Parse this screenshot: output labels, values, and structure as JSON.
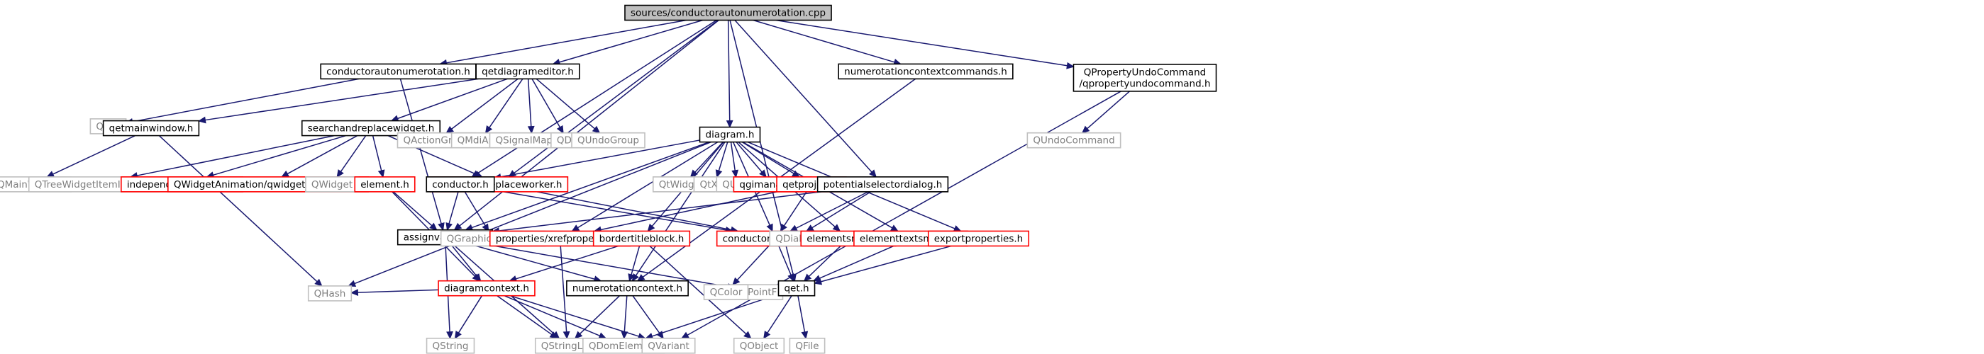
{
  "diagram": {
    "type": "include-dependency-graph",
    "colors": {
      "edge": "#191970",
      "root_fill": "#bfbfbf",
      "normal_border": "#000000",
      "truncated_border": "#ff0000",
      "external_border": "#bfbfbf",
      "external_text": "#7f7f7f",
      "text": "#000000"
    },
    "nodes": [
      {
        "id": "root",
        "label": "sources/conductorautonumerotation.cpp",
        "kind": "root"
      },
      {
        "id": "cautonum",
        "label": "conductorautonumerotation.h",
        "kind": "normal"
      },
      {
        "id": "qetdiag",
        "label": "qetdiagrameditor.h",
        "kind": "normal"
      },
      {
        "id": "numctx",
        "label": "numerotationcontextcommands.h",
        "kind": "normal"
      },
      {
        "id": "qpuc",
        "label": "QPropertyUndoCommand\n/qpropertyundocommand.h",
        "kind": "normal"
      },
      {
        "id": "qlist",
        "label": "QList",
        "kind": "external"
      },
      {
        "id": "qetmw",
        "label": "qetmainwindow.h",
        "kind": "normal"
      },
      {
        "id": "srw",
        "label": "searchandreplacewidget.h",
        "kind": "normal"
      },
      {
        "id": "qactiongroup",
        "label": "QActionGroup",
        "kind": "external"
      },
      {
        "id": "qmdiarea",
        "label": "QMdiArea",
        "kind": "external"
      },
      {
        "id": "qsignalmapper",
        "label": "QSignalMapper",
        "kind": "external"
      },
      {
        "id": "qdir",
        "label": "QDir",
        "kind": "external"
      },
      {
        "id": "qundogroup",
        "label": "QUndoGroup",
        "kind": "external"
      },
      {
        "id": "diagram",
        "label": "diagram.h",
        "kind": "normal"
      },
      {
        "id": "qundocommand",
        "label": "QUndoCommand",
        "kind": "external"
      },
      {
        "id": "qmainwindow",
        "label": "QMainWindow",
        "kind": "external"
      },
      {
        "id": "qtwii",
        "label": "QTreeWidgetItemIterator",
        "kind": "external"
      },
      {
        "id": "indtext",
        "label": "independenttextitem.h",
        "kind": "truncated"
      },
      {
        "id": "qwanim",
        "label": "QWidgetAnimation/qwidgetanimation.h",
        "kind": "truncated"
      },
      {
        "id": "qwidget",
        "label": "QWidget",
        "kind": "external"
      },
      {
        "id": "element",
        "label": "element.h",
        "kind": "truncated"
      },
      {
        "id": "sarworker",
        "label": "searchandreplaceworker.h",
        "kind": "truncated"
      },
      {
        "id": "conductor",
        "label": "conductor.h",
        "kind": "normal"
      },
      {
        "id": "qtwidgets",
        "label": "QtWidgets",
        "kind": "external"
      },
      {
        "id": "qtxml",
        "label": "QtXml",
        "kind": "external"
      },
      {
        "id": "quuid",
        "label": "QUuid",
        "kind": "external"
      },
      {
        "id": "qgimanager",
        "label": "qgimanager.h",
        "kind": "truncated"
      },
      {
        "id": "qetproject",
        "label": "qetproject.h",
        "kind": "truncated"
      },
      {
        "id": "potsel",
        "label": "potentialselectordialog.h",
        "kind": "normal"
      },
      {
        "id": "assignvars",
        "label": "assignvariables.h",
        "kind": "normal"
      },
      {
        "id": "qgpi",
        "label": "QGraphicsPathItem",
        "kind": "external"
      },
      {
        "id": "xrefprops",
        "label": "properties/xrefproperties.h",
        "kind": "truncated"
      },
      {
        "id": "bordertb",
        "label": "bordertitleblock.h",
        "kind": "truncated"
      },
      {
        "id": "condprops",
        "label": "conductorproperties.h",
        "kind": "truncated"
      },
      {
        "id": "qdialog",
        "label": "QDialog",
        "kind": "external"
      },
      {
        "id": "elemmover",
        "label": "elementsmover.h",
        "kind": "truncated"
      },
      {
        "id": "elemtextmover",
        "label": "elementtextsmover.h",
        "kind": "truncated"
      },
      {
        "id": "exportprops",
        "label": "exportproperties.h",
        "kind": "truncated"
      },
      {
        "id": "qhash",
        "label": "QHash",
        "kind": "external"
      },
      {
        "id": "diagctx",
        "label": "diagramcontext.h",
        "kind": "truncated"
      },
      {
        "id": "numcontext",
        "label": "numerotationcontext.h",
        "kind": "normal"
      },
      {
        "id": "qpointf",
        "label": "QPointF",
        "kind": "external"
      },
      {
        "id": "qcolor",
        "label": "QColor",
        "kind": "external"
      },
      {
        "id": "qet",
        "label": "qet.h",
        "kind": "normal"
      },
      {
        "id": "qstring",
        "label": "QString",
        "kind": "external"
      },
      {
        "id": "qstringlist",
        "label": "QStringList",
        "kind": "external"
      },
      {
        "id": "qdomelement",
        "label": "QDomElement",
        "kind": "external"
      },
      {
        "id": "qvariant",
        "label": "QVariant",
        "kind": "external"
      },
      {
        "id": "qobject",
        "label": "QObject",
        "kind": "external"
      },
      {
        "id": "qfile",
        "label": "QFile",
        "kind": "external"
      }
    ],
    "edges": [
      [
        "root",
        "cautonum"
      ],
      [
        "root",
        "qetdiag"
      ],
      [
        "root",
        "diagram"
      ],
      [
        "root",
        "numctx"
      ],
      [
        "root",
        "qpuc"
      ],
      [
        "root",
        "potsel"
      ],
      [
        "root",
        "conductor"
      ],
      [
        "root",
        "assignvars"
      ],
      [
        "root",
        "qet"
      ],
      [
        "root",
        "sarworker"
      ],
      [
        "cautonum",
        "qlist"
      ],
      [
        "cautonum",
        "assignvars"
      ],
      [
        "qetdiag",
        "qetmw"
      ],
      [
        "qetdiag",
        "srw"
      ],
      [
        "qetdiag",
        "qactiongroup"
      ],
      [
        "qetdiag",
        "qmdiarea"
      ],
      [
        "qetdiag",
        "qsignalmapper"
      ],
      [
        "qetdiag",
        "qdir"
      ],
      [
        "qetdiag",
        "qundogroup"
      ],
      [
        "qpuc",
        "qundocommand"
      ],
      [
        "qpuc",
        "qvariant"
      ],
      [
        "numctx",
        "numcontext"
      ],
      [
        "qetmw",
        "qmainwindow"
      ],
      [
        "qetmw",
        "qhash"
      ],
      [
        "srw",
        "qtwii"
      ],
      [
        "srw",
        "indtext"
      ],
      [
        "srw",
        "qwanim"
      ],
      [
        "srw",
        "qwidget"
      ],
      [
        "srw",
        "element"
      ],
      [
        "srw",
        "sarworker"
      ],
      [
        "element",
        "assignvars"
      ],
      [
        "element",
        "diagctx"
      ],
      [
        "sarworker",
        "condprops"
      ],
      [
        "diagram",
        "qhash"
      ],
      [
        "diagram",
        "conductor"
      ],
      [
        "diagram",
        "qtwidgets"
      ],
      [
        "diagram",
        "qtxml"
      ],
      [
        "diagram",
        "quuid"
      ],
      [
        "diagram",
        "qgimanager"
      ],
      [
        "diagram",
        "qetproject"
      ],
      [
        "diagram",
        "condprops"
      ],
      [
        "diagram",
        "xrefprops"
      ],
      [
        "diagram",
        "bordertb"
      ],
      [
        "diagram",
        "numcontext"
      ],
      [
        "diagram",
        "elemmover"
      ],
      [
        "diagram",
        "elemtextmover"
      ],
      [
        "diagram",
        "exportprops"
      ],
      [
        "diagram",
        "assignvars"
      ],
      [
        "conductor",
        "assignvars"
      ],
      [
        "conductor",
        "qgpi"
      ],
      [
        "conductor",
        "condprops"
      ],
      [
        "qetproject",
        "condprops"
      ],
      [
        "qetproject",
        "xrefprops"
      ],
      [
        "potsel",
        "assignvars"
      ],
      [
        "potsel",
        "qdialog"
      ],
      [
        "potsel",
        "condprops"
      ],
      [
        "assignvars",
        "diagctx"
      ],
      [
        "assignvars",
        "numcontext"
      ],
      [
        "assignvars",
        "qstring"
      ],
      [
        "assignvars",
        "qstringlist"
      ],
      [
        "assignvars",
        "qpointf"
      ],
      [
        "xrefprops",
        "qstringlist"
      ],
      [
        "bordertb",
        "diagctx"
      ],
      [
        "bordertb",
        "numcontext"
      ],
      [
        "bordertb",
        "qobject"
      ],
      [
        "condprops",
        "qcolor"
      ],
      [
        "condprops",
        "qet"
      ],
      [
        "elemmover",
        "qet"
      ],
      [
        "elemtextmover",
        "qet"
      ],
      [
        "exportprops",
        "qet"
      ],
      [
        "diagctx",
        "qhash"
      ],
      [
        "diagctx",
        "qstring"
      ],
      [
        "diagctx",
        "qstringlist"
      ],
      [
        "diagctx",
        "qdomelement"
      ],
      [
        "diagctx",
        "qvariant"
      ],
      [
        "numcontext",
        "qstringlist"
      ],
      [
        "numcontext",
        "qdomelement"
      ],
      [
        "numcontext",
        "qvariant"
      ],
      [
        "qet",
        "qdomelement"
      ],
      [
        "qet",
        "qobject"
      ],
      [
        "qet",
        "qfile"
      ]
    ]
  }
}
